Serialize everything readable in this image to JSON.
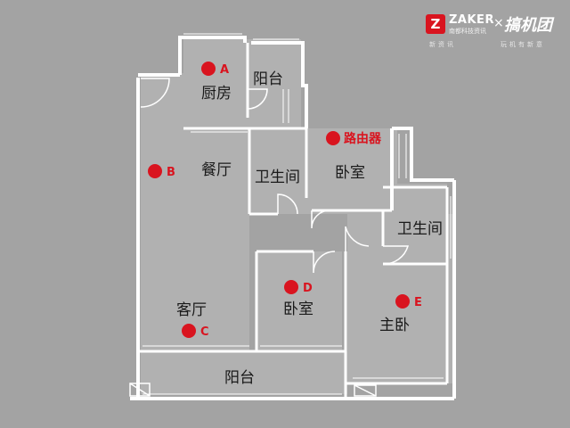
{
  "rooms": {
    "kitchen": "厨房",
    "balcony_small": "阳台",
    "dining": "餐厅",
    "bathroom_a": "卫生间",
    "bedroom_a": "卧室",
    "bathroom_b": "卫生间",
    "living": "客厅",
    "bedroom_b": "卧室",
    "master": "主卧",
    "balcony_main": "阳台"
  },
  "markers": {
    "a": "A",
    "b": "B",
    "c": "C",
    "d": "D",
    "e": "E",
    "router": "路由器"
  },
  "colors": {
    "background": "#a3a3a3",
    "interior": "#b1b1b1",
    "wall": "#ffffff",
    "marker": "#d9141f",
    "text": "#1a1a1a"
  },
  "brand": {
    "logo_letter": "Z",
    "name": "ZAKER",
    "sub": "南都科技资讯",
    "x": "×",
    "partner": "搞机团",
    "slogan_a": "新资讯",
    "slogan_b": "玩机有新意"
  }
}
